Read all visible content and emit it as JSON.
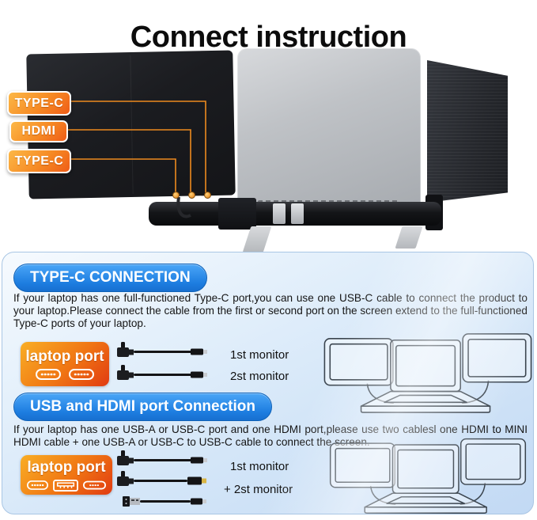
{
  "page": {
    "title": "Connect instruction"
  },
  "diagram": {
    "port_labels": [
      {
        "text": "TYPE-C"
      },
      {
        "text": "HDMI"
      },
      {
        "text": "TYPE-C"
      }
    ]
  },
  "sections": [
    {
      "header": "TYPE-C CONNECTION",
      "body": "If your laptop has one full-functioned Type-C port,you can use one USB-C cable to connect the product to your laptop.Please connect the cable from the first or second port on the screen extend to the full-functioned Type-C ports of your laptop.",
      "laptop_port": "laptop port",
      "cables": [
        "1st monitor",
        "2st monitor"
      ]
    },
    {
      "header": "USB and HDMI port Connection",
      "body": "If your laptop has one USB-A or USB-C port and one HDMI port,please use two cablesl one HDMI to MINI HDMI cable + one USB-A or USB-C to USB-C cable to connect the screen.",
      "laptop_port": "laptop port",
      "cables": [
        "1st monitor",
        "+ 2st monitor"
      ]
    }
  ],
  "colors": {
    "accent_blue": "#1d7de0",
    "accent_orange": "#f07513",
    "panel_background": "#d4e6f8",
    "line_orange": "#ed8a1e"
  }
}
